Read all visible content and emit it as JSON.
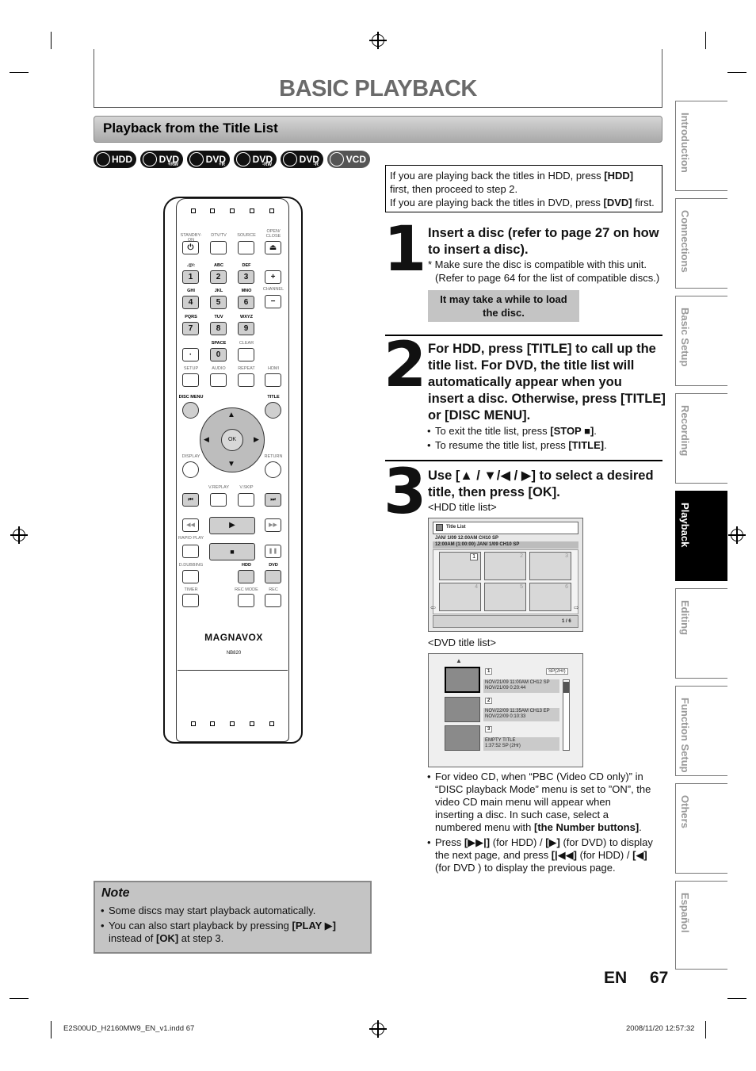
{
  "page": {
    "title": "BASIC PLAYBACK",
    "section_title": "Playback from the Title List",
    "lang": "EN",
    "page_number": "67"
  },
  "badges": [
    {
      "label": "HDD",
      "sub": ""
    },
    {
      "label": "DVD",
      "sub": "+RW"
    },
    {
      "label": "DVD",
      "sub": "+R"
    },
    {
      "label": "DVD",
      "sub": "-RW"
    },
    {
      "label": "DVD",
      "sub": "-R"
    },
    {
      "label": "VCD",
      "sub": ""
    }
  ],
  "tabs": [
    {
      "label": "Introduction",
      "active": false
    },
    {
      "label": "Connections",
      "active": false
    },
    {
      "label": "Basic Setup",
      "active": false
    },
    {
      "label": "Recording",
      "active": false
    },
    {
      "label": "Playback",
      "active": true
    },
    {
      "label": "Editing",
      "active": false
    },
    {
      "label": "Function Setup",
      "active": false
    },
    {
      "label": "Others",
      "active": false
    },
    {
      "label": "Español",
      "active": false
    }
  ],
  "notice": {
    "line1_pre": "If you are playing back the titles in HDD, press ",
    "line1_key": "[HDD]",
    "line2": "first, then proceed to step 2.",
    "line3_pre": "If you are playing back the titles in DVD, press ",
    "line3_key": "[DVD]",
    "line3_post": " first."
  },
  "steps": [
    {
      "number": "1",
      "heading_line1": "Insert a disc (refer to page 27 on how",
      "heading_line2": "to insert a disc).",
      "sub_line1": "* Make sure the disc is compatible with this unit.",
      "sub_line2": "(Refer to page 64 for the list of compatible discs.)",
      "tip_line1": "It may take a while to load",
      "tip_line2": "the disc."
    },
    {
      "number": "2",
      "heading_line1": "For HDD, press [TITLE] to call up the",
      "heading_line2": "title list. For DVD, the title list will",
      "heading_line3": "automatically appear when you",
      "heading_line4": "insert a disc. Otherwise, press [TITLE]",
      "heading_line5": "or [DISC MENU].",
      "bullet1_pre": "To exit the title list, press ",
      "bullet1_key": "[STOP ■]",
      "bullet1_post": ".",
      "bullet2_pre": "To resume the title list, press ",
      "bullet2_key": "[TITLE]",
      "bullet2_post": "."
    },
    {
      "number": "3",
      "heading_line1": "Use [▲ / ▼/◀ / ▶] to select a desired",
      "heading_line2": "title, then press [OK].",
      "hdd_caption": "<HDD title list>",
      "dvd_caption": "<DVD title list>"
    }
  ],
  "hdd_screen": {
    "header": "Title List",
    "info_line1": "JAN/ 1/09 12:00AM  CH10  SP",
    "info_line2": "12:00AM (1:00:00)     JAN/  1/09          CH10   SP",
    "thumbs": [
      "1",
      "2",
      "3",
      "4",
      "5",
      "6"
    ],
    "page": "1 / 6"
  },
  "dvd_screen": {
    "entries": [
      {
        "num": "1",
        "mode": "SP(2Hr)",
        "line1": "NOV/21/09  11:00AM CH12  SP",
        "line2": "NOV/21/09    0:20:44"
      },
      {
        "num": "2",
        "mode": "",
        "line1": "NOV/22/09  11:35AM CH13  EP",
        "line2": "NOV/22/09    0:10:33"
      },
      {
        "num": "3",
        "mode": "",
        "line1": "EMPTY TITLE",
        "line2": "1:37:52  SP (2Hr)"
      }
    ]
  },
  "vcd_note": {
    "line1": "For video CD, when “PBC (Video CD only)” in",
    "line2": "“DISC playback Mode” menu is set to ”ON”, the",
    "line3": "video CD main menu will appear when",
    "line4": "inserting a disc. In such case, select a",
    "line5_pre": "numbered menu with ",
    "line5_key": "[the Number buttons]",
    "line5_post": "."
  },
  "page_note": {
    "line1_pre": "Press ",
    "line1_key1": "[▶▶|]",
    "line1_mid": " (for HDD) / ",
    "line1_key2": "[▶]",
    "line1_post": " (for DVD) to display",
    "line2_pre": "the next page, and press ",
    "line2_key1": "[|◀◀]",
    "line2_mid": " (for HDD) / ",
    "line2_key2": "[◀]",
    "line3": "(for DVD ) to display the previous page."
  },
  "note": {
    "title": "Note",
    "bullet1": "Some discs may start playback automatically.",
    "bullet2_pre": "You can also start playback by pressing ",
    "bullet2_key": "[PLAY ▶]",
    "bullet2_line2_pre": "instead of ",
    "bullet2_line2_key": "[OK]",
    "bullet2_line2_post": " at step 3."
  },
  "remote": {
    "brand": "MAGNAVOX",
    "model": "NB820",
    "labels": {
      "standby": "STANDBY-ON",
      "dtvtv": "DTV/TV",
      "source": "SOURCE",
      "open_close": "OPEN/ CLOSE",
      "k1": ".@/:",
      "k2": "ABC",
      "k3": "DEF",
      "k4": "GHI",
      "k5": "JKL",
      "k6": "MNO",
      "k7": "PQRS",
      "k8": "TUV",
      "k9": "WXYZ",
      "k0": "SPACE",
      "clear": "CLEAR",
      "channel": "CHANNEL",
      "setup": "SETUP",
      "audio": "AUDIO",
      "repeat": "REPEAT",
      "hdmi": "HDMI",
      "disc_menu": "DISC MENU",
      "title": "TITLE",
      "display": "DISPLAY",
      "return": "RETURN",
      "vreplay": "V.REPLAY",
      "vskip": "V.SKIP",
      "rapid": "RAPID PLAY",
      "dubbing": "D.DUBBING",
      "hdd": "HDD",
      "dvd": "DVD",
      "timer": "TIMER",
      "recmode": "REC MODE",
      "rec": "REC",
      "ok": "OK"
    },
    "digits": [
      "1",
      "2",
      "3",
      "4",
      "5",
      "6",
      "7",
      "8",
      "9",
      "0"
    ]
  },
  "footer": {
    "file": "E2S00UD_H2160MW9_EN_v1.indd   67",
    "date": "2008/11/20   12:57:32"
  }
}
